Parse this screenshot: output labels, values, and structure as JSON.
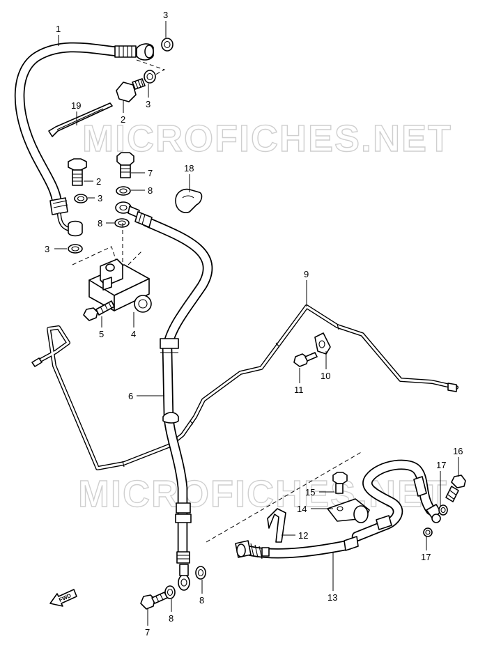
{
  "watermark": "MICROFICHES.NET",
  "direction_label": "FWD",
  "parts": [
    {
      "id": "1"
    },
    {
      "id": "2"
    },
    {
      "id": "3"
    },
    {
      "id": "4"
    },
    {
      "id": "5"
    },
    {
      "id": "6"
    },
    {
      "id": "7"
    },
    {
      "id": "8"
    },
    {
      "id": "9"
    },
    {
      "id": "10"
    },
    {
      "id": "11"
    },
    {
      "id": "12"
    },
    {
      "id": "13"
    },
    {
      "id": "14"
    },
    {
      "id": "15"
    },
    {
      "id": "16"
    },
    {
      "id": "17"
    },
    {
      "id": "18"
    },
    {
      "id": "19"
    }
  ],
  "callouts": [
    {
      "ref": "1"
    },
    {
      "ref": "3"
    },
    {
      "ref": "3"
    },
    {
      "ref": "2"
    },
    {
      "ref": "19"
    },
    {
      "ref": "2"
    },
    {
      "ref": "3"
    },
    {
      "ref": "3"
    },
    {
      "ref": "7"
    },
    {
      "ref": "8"
    },
    {
      "ref": "8"
    },
    {
      "ref": "18"
    },
    {
      "ref": "5"
    },
    {
      "ref": "4"
    },
    {
      "ref": "9"
    },
    {
      "ref": "10"
    },
    {
      "ref": "11"
    },
    {
      "ref": "6"
    },
    {
      "ref": "16"
    },
    {
      "ref": "17"
    },
    {
      "ref": "17"
    },
    {
      "ref": "15"
    },
    {
      "ref": "14"
    },
    {
      "ref": "12"
    },
    {
      "ref": "13"
    },
    {
      "ref": "8"
    },
    {
      "ref": "8"
    },
    {
      "ref": "7"
    }
  ]
}
